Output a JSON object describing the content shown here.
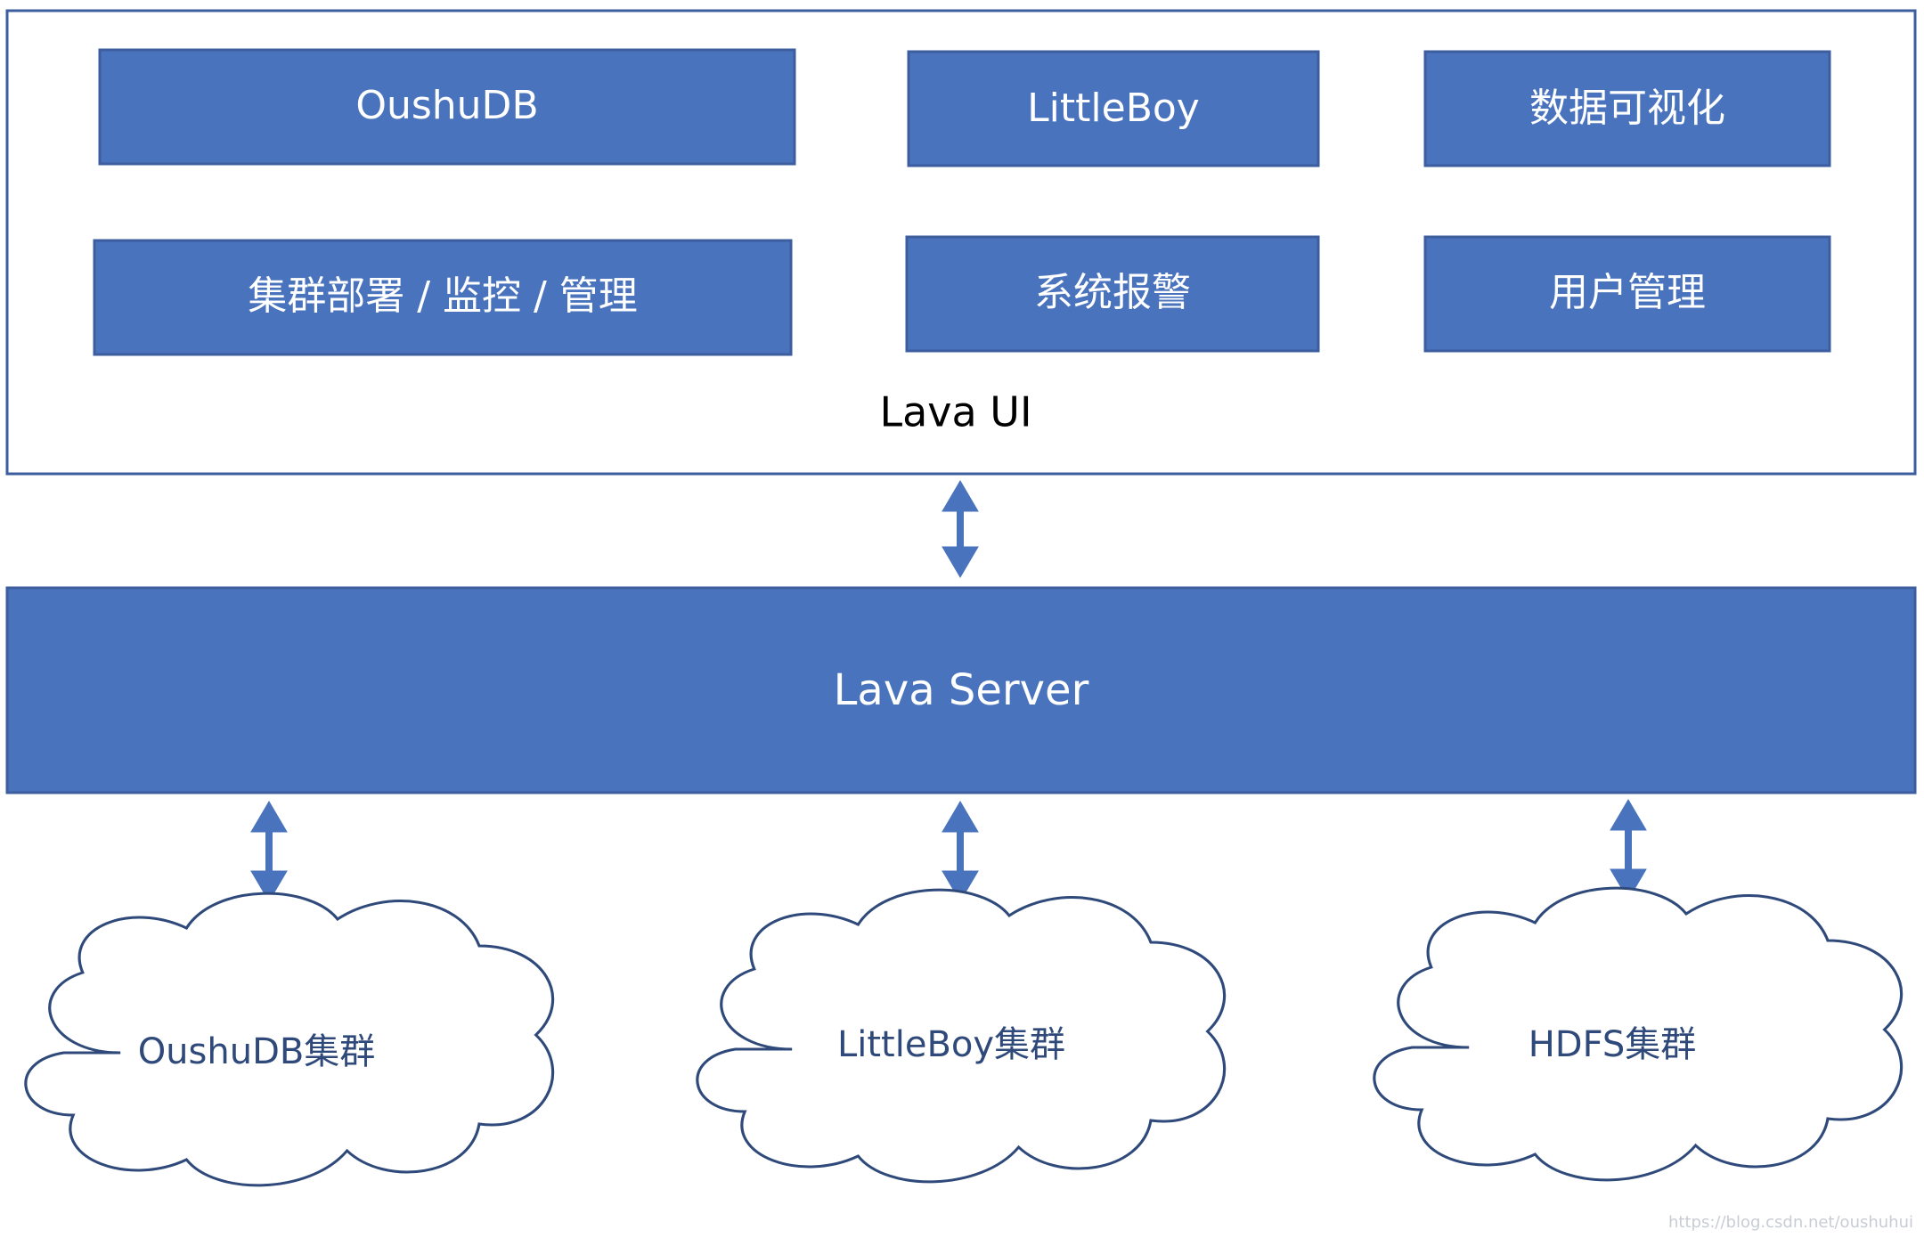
{
  "lava_ui": {
    "label": "Lava UI",
    "modules": [
      {
        "key": "oushudb",
        "label": "OushuDB"
      },
      {
        "key": "littleboy",
        "label": "LittleBoy"
      },
      {
        "key": "data-visualization",
        "label": "数据可视化"
      },
      {
        "key": "cluster-management",
        "label": "集群部署 / 监控 / 管理"
      },
      {
        "key": "system-alert",
        "label": "系统报警"
      },
      {
        "key": "user-management",
        "label": "用户管理"
      }
    ]
  },
  "lava_server": {
    "label": "Lava Server"
  },
  "clusters": [
    {
      "key": "oushudb-cluster",
      "label": "OushuDB集群"
    },
    {
      "key": "littleboy-cluster",
      "label": "LittleBoy集群"
    },
    {
      "key": "hdfs-cluster",
      "label": "HDFS集群"
    }
  ],
  "watermark": "https://blog.csdn.net/oushuhui",
  "colors": {
    "box_fill": "#4A73BE",
    "box_stroke": "#3D5E9E",
    "arrow": "#4A73BE",
    "cloud_stroke": "#2F4A7A",
    "cloud_text": "#2F4A7A",
    "outer_border": "#3D5E9E"
  }
}
